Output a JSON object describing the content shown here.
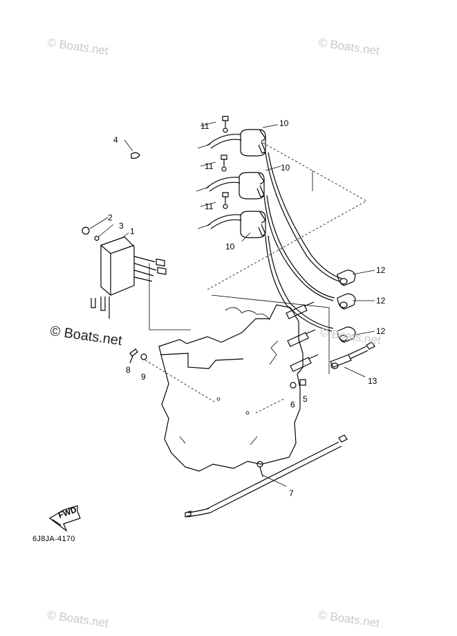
{
  "watermark": "© Boats.net",
  "diagram_code": "6J8JA-4170",
  "fwd_label": "FWD",
  "callouts": {
    "c1": "1",
    "c2": "2",
    "c3": "3",
    "c4": "4",
    "c5": "5",
    "c6": "6",
    "c7": "7",
    "c8": "8",
    "c9": "9",
    "c10a": "10",
    "c10b": "10",
    "c10c": "10",
    "c11a": "11",
    "c11b": "11",
    "c11c": "11",
    "c12a": "12",
    "c12b": "12",
    "c12c": "12",
    "c13": "13"
  }
}
